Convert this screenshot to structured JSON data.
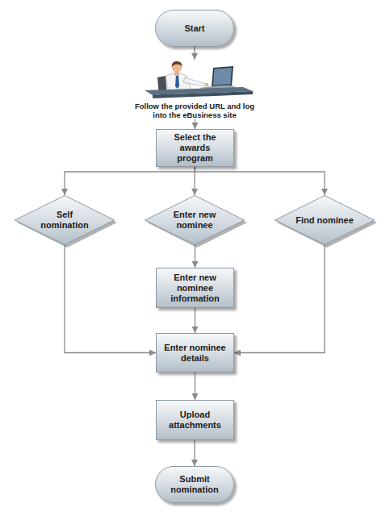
{
  "diagram": {
    "nodes": [
      {
        "text": [
          "Start"
        ]
      },
      {
        "text": [
          "Follow the provided URL and log into the eBusiness site"
        ]
      },
      {
        "text": [
          "Select the awards program"
        ]
      },
      {
        "text": [
          "Self nomination"
        ]
      },
      {
        "text": [
          "Enter new nominee"
        ]
      },
      {
        "text": [
          "Find nominee"
        ]
      },
      {
        "text": [
          "Enter new nominee information"
        ]
      },
      {
        "text": [
          "Enter nominee details"
        ]
      },
      {
        "text": [
          "Upload attachments"
        ]
      },
      {
        "text": [
          "Submit nomination"
        ]
      }
    ],
    "edges": [
      {
        "from": 0,
        "to": 1,
        "arrow": "to"
      },
      {
        "from": 1,
        "to": 2,
        "arrow": "to"
      },
      {
        "from": 2,
        "to": 3,
        "arrow": "to"
      },
      {
        "from": 2,
        "to": 4,
        "arrow": "to"
      },
      {
        "from": 2,
        "to": 5,
        "arrow": "to"
      },
      {
        "from": 3,
        "to": 7,
        "arrow": "to"
      },
      {
        "from": 4,
        "to": 6,
        "arrow": "to"
      },
      {
        "from": 6,
        "to": 7,
        "arrow": "to"
      },
      {
        "from": 5,
        "to": 7,
        "arrow": "to"
      },
      {
        "from": 7,
        "to": 8,
        "arrow": "to"
      },
      {
        "from": 8,
        "to": 9,
        "arrow": "to"
      }
    ]
  }
}
